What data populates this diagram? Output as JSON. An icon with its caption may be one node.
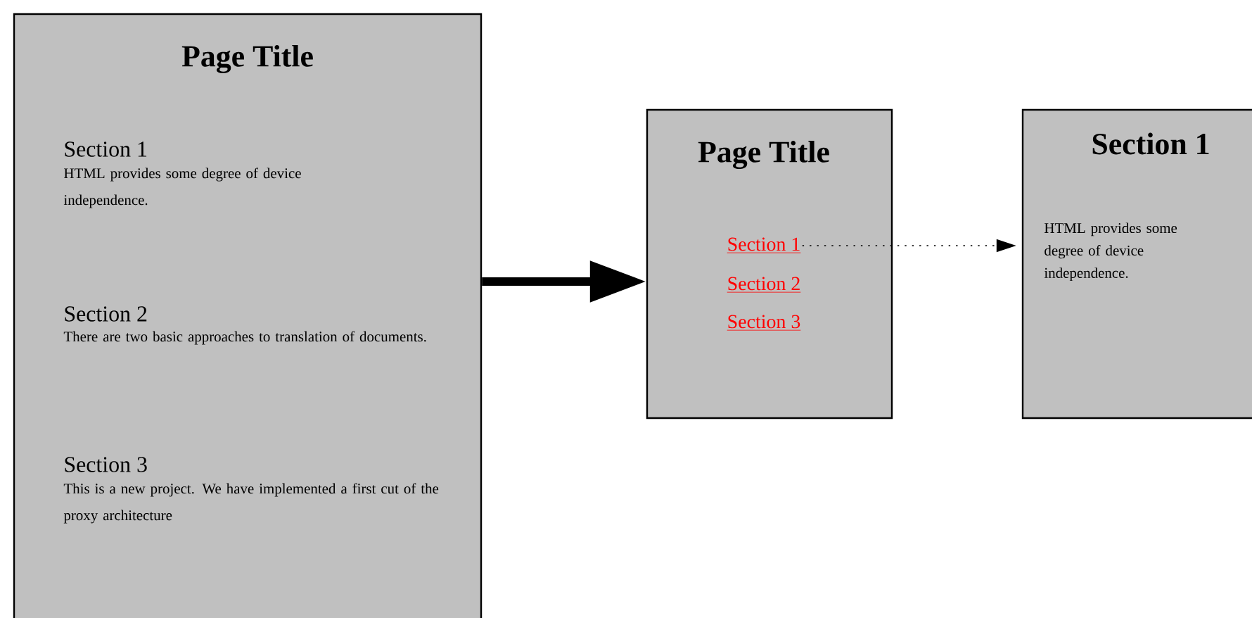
{
  "diagram": {
    "nodes": [
      {
        "text": [
          "Page Title",
          "Section 1",
          "HTML provides some degree of device independence.",
          "Section 2",
          "There are two basic approaches to translation of documents.",
          "Section 3",
          "This is a new project. We have implemented a first cut of the proxy architecture"
        ]
      },
      {
        "text": [
          "Page Title"
        ]
      },
      {
        "text": [
          "Section 1"
        ],
        "in": 1
      },
      {
        "text": [
          "Section 2"
        ],
        "in": 1
      },
      {
        "text": [
          "Section 3"
        ],
        "in": 1
      },
      {
        "text": [
          "Section 1",
          "HTML provides some degree of device independence."
        ]
      }
    ],
    "edges": [
      {
        "from": 0,
        "to": 1,
        "arrow": "to",
        "style": "thick"
      },
      {
        "from": 2,
        "to": 5,
        "arrow": "to",
        "style": "dashed"
      }
    ]
  }
}
